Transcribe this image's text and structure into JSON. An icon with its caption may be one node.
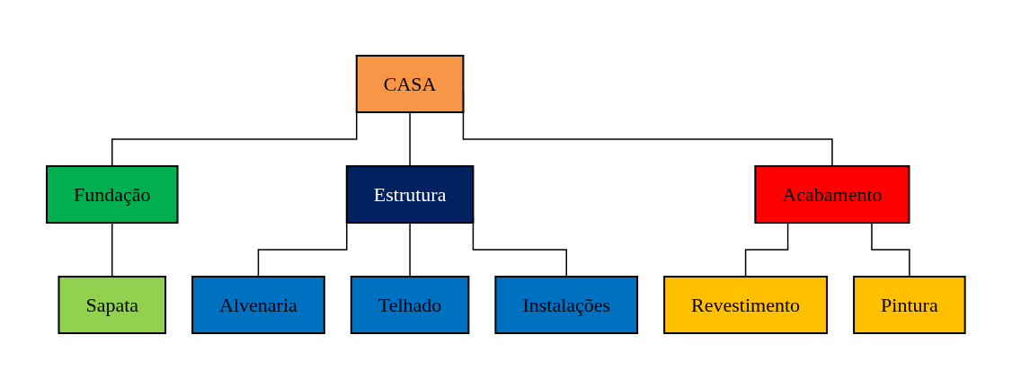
{
  "diagram": {
    "nodes": [
      {
        "text": [
          "CASA"
        ]
      },
      {
        "text": [
          "Fundação"
        ]
      },
      {
        "text": [
          "Estrutura"
        ]
      },
      {
        "text": [
          "Acabamento"
        ]
      },
      {
        "text": [
          "Sapata"
        ]
      },
      {
        "text": [
          "Alvenaria"
        ]
      },
      {
        "text": [
          "Telhado"
        ]
      },
      {
        "text": [
          "Instalações"
        ]
      },
      {
        "text": [
          "Revestimento"
        ]
      },
      {
        "text": [
          "Pintura"
        ]
      }
    ],
    "edges": [
      {
        "from": 0,
        "to": 1,
        "arrow": "none"
      },
      {
        "from": 0,
        "to": 2,
        "arrow": "none"
      },
      {
        "from": 0,
        "to": 3,
        "arrow": "none"
      },
      {
        "from": 1,
        "to": 4,
        "arrow": "none"
      },
      {
        "from": 2,
        "to": 5,
        "arrow": "none"
      },
      {
        "from": 2,
        "to": 6,
        "arrow": "none"
      },
      {
        "from": 2,
        "to": 7,
        "arrow": "none"
      },
      {
        "from": 3,
        "to": 8,
        "arrow": "none"
      },
      {
        "from": 3,
        "to": 9,
        "arrow": "none"
      }
    ]
  }
}
